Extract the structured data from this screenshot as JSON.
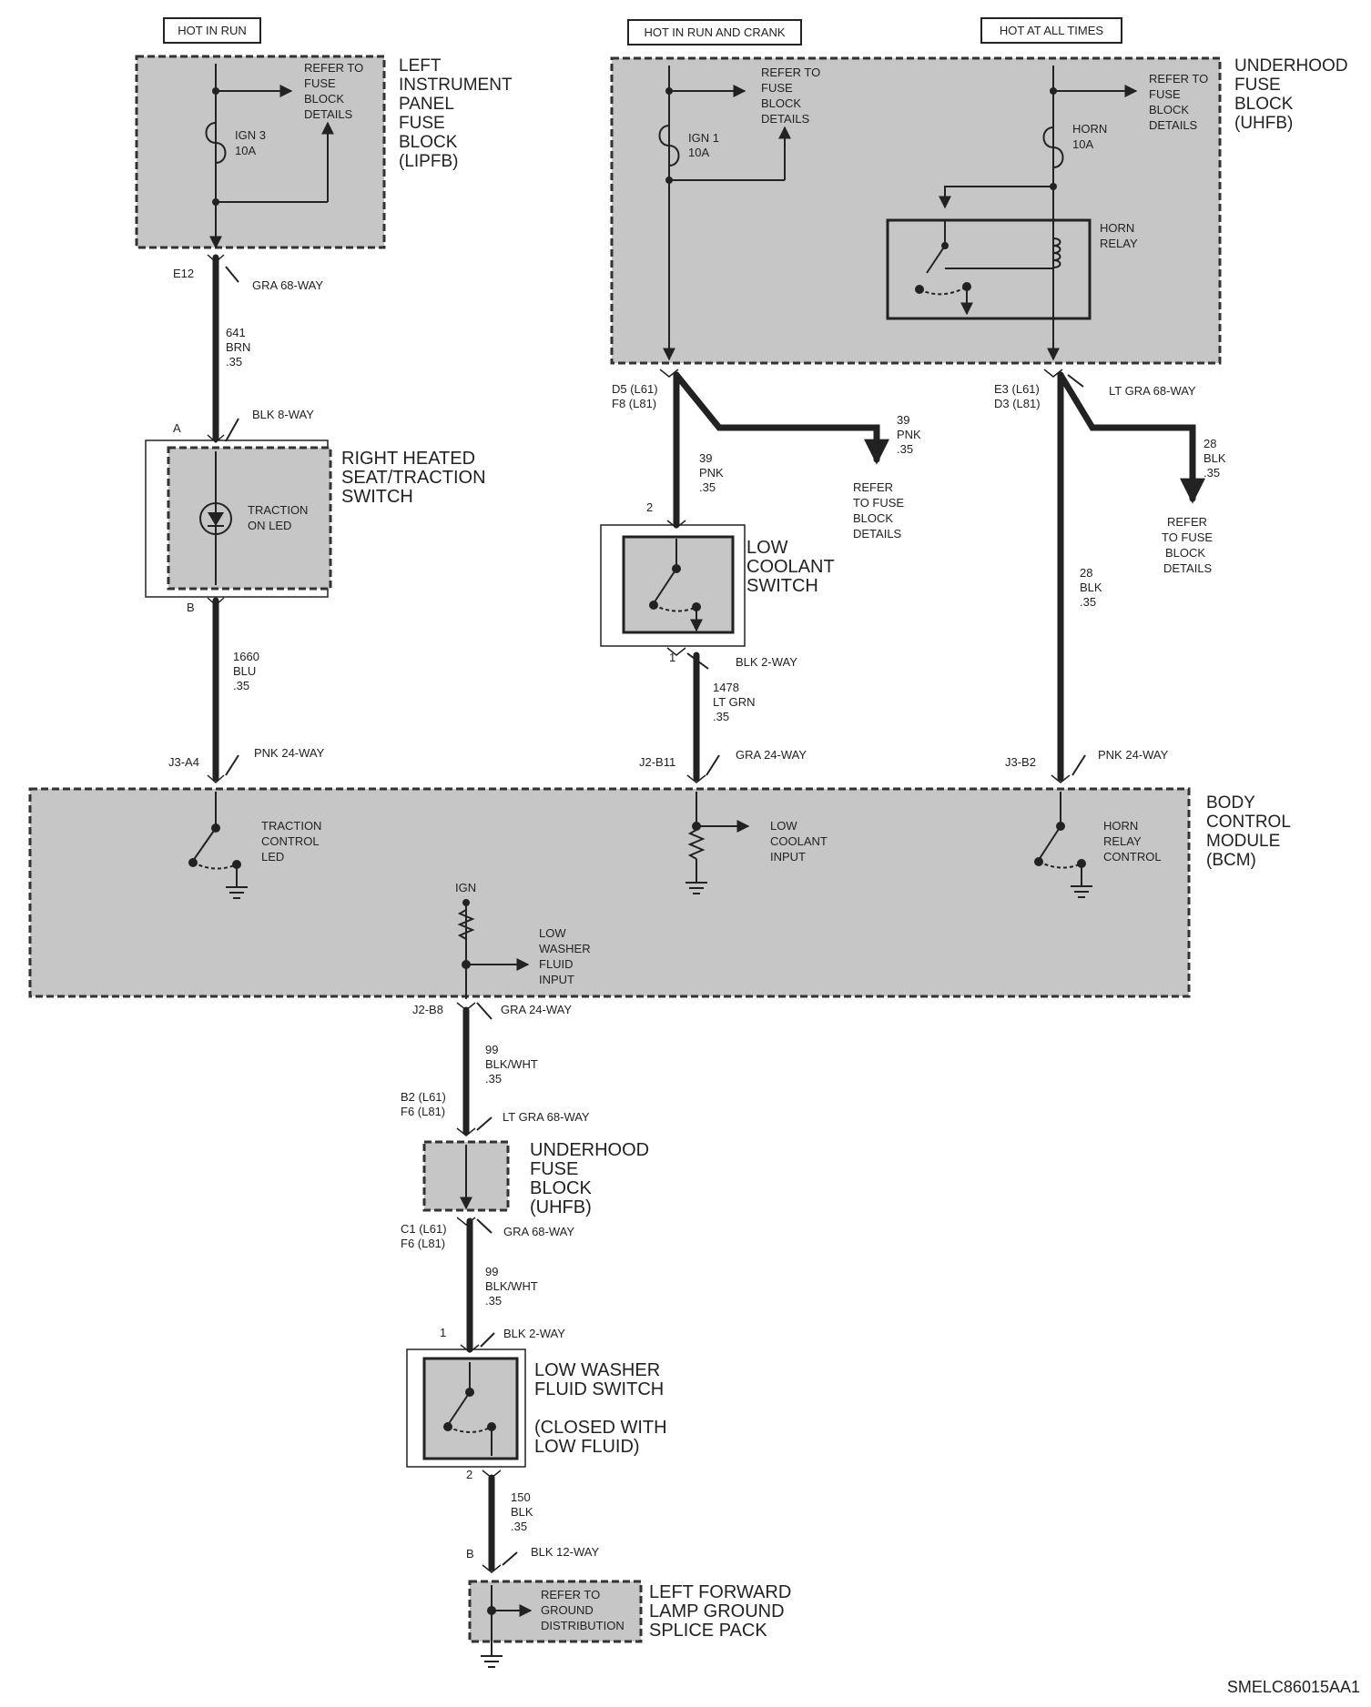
{
  "headers": {
    "hot_in_run": "HOT IN RUN",
    "hot_in_run_and_crank": "HOT IN RUN AND CRANK",
    "hot_at_all_times": "HOT AT ALL TIMES"
  },
  "lipfb": {
    "name_lines": [
      "LEFT",
      "INSTRUMENT",
      "PANEL",
      "FUSE",
      "BLOCK",
      "(LIPFB)"
    ],
    "fuse_lines": [
      "IGN 3",
      "10A"
    ],
    "refer_lines": [
      "REFER TO",
      "FUSE",
      "BLOCK",
      "DETAILS"
    ]
  },
  "uhfb_top": {
    "name_lines": [
      "UNDERHOOD",
      "FUSE",
      "BLOCK",
      "(UHFB)"
    ],
    "fuse1_lines": [
      "IGN 1",
      "10A"
    ],
    "refer1_lines": [
      "REFER TO",
      "FUSE",
      "BLOCK",
      "DETAILS"
    ],
    "fuse2_lines": [
      "HORN",
      "10A"
    ],
    "refer2_lines": [
      "REFER TO",
      "FUSE",
      "BLOCK",
      "DETAILS"
    ],
    "relay_lines": [
      "HORN",
      "RELAY"
    ]
  },
  "wire_left": {
    "e12": "E12",
    "gra68": "GRA 68-WAY",
    "w641": [
      "641",
      "BRN",
      ".35"
    ],
    "pin_a": "A",
    "blk8": "BLK 8-WAY",
    "seat_switch_lines": [
      "RIGHT HEATED",
      "SEAT/TRACTION",
      "SWITCH"
    ],
    "led_lines": [
      "TRACTION",
      "ON LED"
    ],
    "pin_b": "B",
    "w1660": [
      "1660",
      "BLU",
      ".35"
    ],
    "j3a4": "J3-A4",
    "pnk24": "PNK 24-WAY"
  },
  "wire_mid": {
    "d5": [
      "D5 (L61)",
      "F8 (L81)"
    ],
    "w39a": [
      "39",
      "PNK",
      ".35"
    ],
    "w39b": [
      "39",
      "PNK",
      ".35"
    ],
    "refer_lines": [
      "REFER",
      "TO FUSE",
      "BLOCK",
      "DETAILS"
    ],
    "pin2": "2",
    "switch_lines": [
      "LOW",
      "COOLANT",
      "SWITCH"
    ],
    "pin1": "1",
    "blk2": "BLK 2-WAY",
    "w1478": [
      "1478",
      "LT GRN",
      ".35"
    ],
    "j2b11": "J2-B11",
    "gra24": "GRA 24-WAY"
  },
  "wire_right": {
    "e3": [
      "E3 (L61)",
      "D3 (L81)"
    ],
    "ltgra68": "LT GRA 68-WAY",
    "w28a": [
      "28",
      "BLK",
      ".35"
    ],
    "w28b": [
      "28",
      "BLK",
      ".35"
    ],
    "refer_lines": [
      "REFER",
      "TO FUSE",
      "BLOCK",
      "DETAILS"
    ],
    "j3b2": "J3-B2",
    "pnk24": "PNK 24-WAY"
  },
  "bcm": {
    "name_lines": [
      "BODY",
      "CONTROL",
      "MODULE",
      "(BCM)"
    ],
    "tcl_lines": [
      "TRACTION",
      "CONTROL",
      "LED"
    ],
    "lci_lines": [
      "LOW",
      "COOLANT",
      "INPUT"
    ],
    "hrc_lines": [
      "HORN",
      "RELAY",
      "CONTROL"
    ],
    "ign": "IGN",
    "lwf_lines": [
      "LOW",
      "WASHER",
      "FLUID",
      "INPUT"
    ]
  },
  "wire_bottom": {
    "j2b8": "J2-B8",
    "gra24": "GRA 24-WAY",
    "w99a": [
      "99",
      "BLK/WHT",
      ".35"
    ],
    "b2": [
      "B2 (L61)",
      "F6 (L81)"
    ],
    "ltgra68": "LT GRA 68-WAY",
    "uhfb_lines": [
      "UNDERHOOD",
      "FUSE",
      "BLOCK",
      "(UHFB)"
    ],
    "c1": [
      "C1 (L61)",
      "F6 (L81)"
    ],
    "gra68": "GRA 68-WAY",
    "w99b": [
      "99",
      "BLK/WHT",
      ".35"
    ],
    "pin1": "1",
    "blk2": "BLK 2-WAY",
    "switch_lines": [
      "LOW WASHER",
      "FLUID SWITCH",
      "",
      "(CLOSED WITH",
      "LOW FLUID)"
    ],
    "pin2": "2",
    "w150": [
      "150",
      "BLK",
      ".35"
    ],
    "pin_b": "B",
    "blk12": "BLK 12-WAY",
    "ground_refer_lines": [
      "REFER TO",
      "GROUND",
      "DISTRIBUTION"
    ],
    "splice_lines": [
      "LEFT FORWARD",
      "LAMP GROUND",
      "SPLICE PACK"
    ]
  },
  "footer": {
    "code": "SMELC86015AA1"
  }
}
